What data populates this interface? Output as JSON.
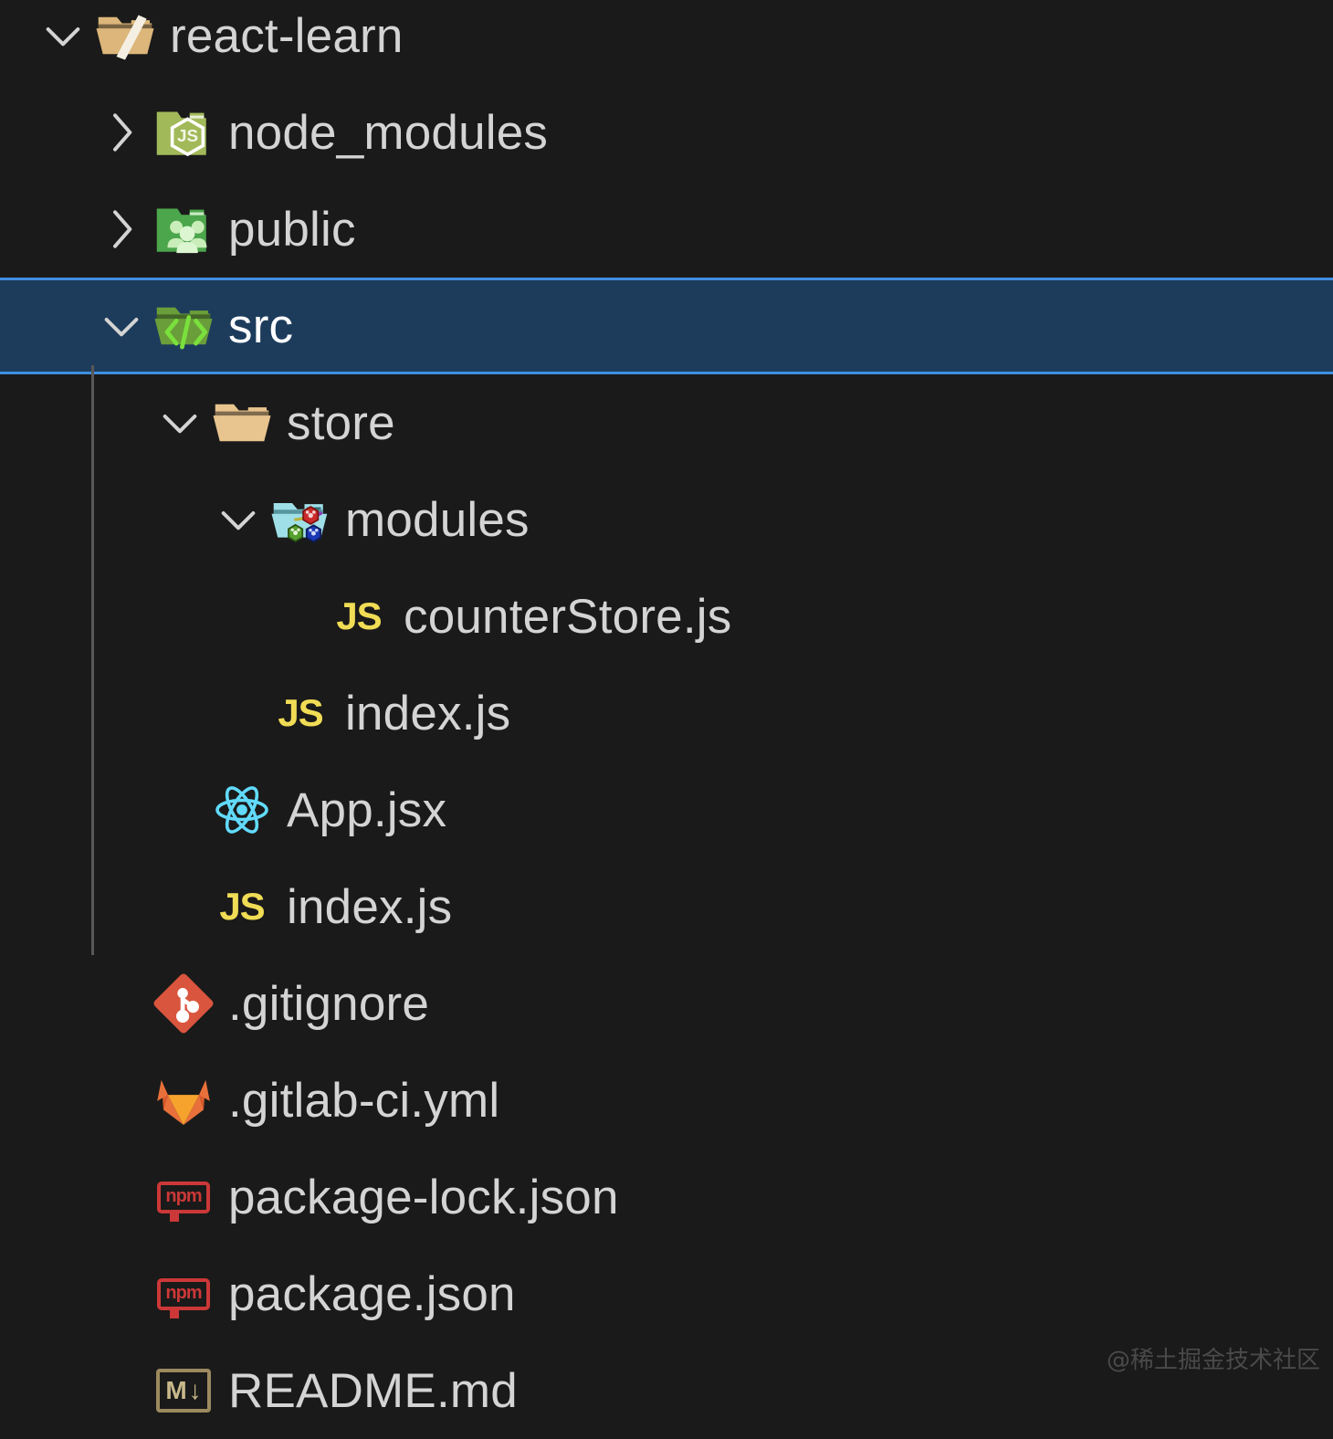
{
  "explorer": {
    "background_color": "#1a1a1a",
    "text_color": "#d4d4d4",
    "selection_background": "#1d3c5c",
    "selection_border": "#3f8fe0",
    "rows": [
      {
        "label": "react-learn",
        "icon": "folder-open-root-icon",
        "twisty": "chevron-down-icon",
        "depth": 0,
        "type": "folder",
        "selected": false,
        "expanded": true
      },
      {
        "label": "node_modules",
        "icon": "folder-node-modules-icon",
        "twisty": "chevron-right-icon",
        "depth": 1,
        "type": "folder",
        "selected": false,
        "expanded": false
      },
      {
        "label": "public",
        "icon": "folder-public-icon",
        "twisty": "chevron-right-icon",
        "depth": 1,
        "type": "folder",
        "selected": false,
        "expanded": false
      },
      {
        "label": "src",
        "icon": "folder-src-icon",
        "twisty": "chevron-down-icon",
        "depth": 1,
        "type": "folder",
        "selected": true,
        "expanded": true
      },
      {
        "label": "store",
        "icon": "folder-open-icon",
        "twisty": "chevron-down-icon",
        "depth": 2,
        "type": "folder",
        "selected": false,
        "expanded": true
      },
      {
        "label": "modules",
        "icon": "folder-modules-icon",
        "twisty": "chevron-down-icon",
        "depth": 3,
        "type": "folder",
        "selected": false,
        "expanded": true
      },
      {
        "label": "counterStore.js",
        "icon": "javascript-icon",
        "twisty": "",
        "depth": 4,
        "type": "file",
        "selected": false,
        "expanded": false
      },
      {
        "label": "index.js",
        "icon": "javascript-icon",
        "twisty": "",
        "depth": 3,
        "type": "file",
        "selected": false,
        "expanded": false
      },
      {
        "label": "App.jsx",
        "icon": "react-icon",
        "twisty": "",
        "depth": 2,
        "type": "file",
        "selected": false,
        "expanded": false
      },
      {
        "label": "index.js",
        "icon": "javascript-icon",
        "twisty": "",
        "depth": 2,
        "type": "file",
        "selected": false,
        "expanded": false
      },
      {
        "label": ".gitignore",
        "icon": "git-icon",
        "twisty": "",
        "depth": 1,
        "type": "file",
        "selected": false,
        "expanded": false
      },
      {
        "label": ".gitlab-ci.yml",
        "icon": "gitlab-icon",
        "twisty": "",
        "depth": 1,
        "type": "file",
        "selected": false,
        "expanded": false
      },
      {
        "label": "package-lock.json",
        "icon": "npm-icon",
        "twisty": "",
        "depth": 1,
        "type": "file",
        "selected": false,
        "expanded": false
      },
      {
        "label": "package.json",
        "icon": "npm-icon",
        "twisty": "",
        "depth": 1,
        "type": "file",
        "selected": false,
        "expanded": false
      },
      {
        "label": "README.md",
        "icon": "markdown-icon",
        "twisty": "",
        "depth": 1,
        "type": "file",
        "selected": false,
        "expanded": false
      }
    ],
    "badges": {
      "javascript": "JS",
      "npm": "npm",
      "markdown_letter": "M",
      "markdown_arrow": "↓"
    },
    "icon_colors": {
      "folder_root": "#dcb67a",
      "folder_open": "#e8c48e",
      "folder_node_modules": "#a2b95a",
      "folder_public": "#4ca64c",
      "folder_src": "#6a9e3a",
      "folder_modules": "#9fdfe8",
      "javascript": "#f0dc55",
      "react": "#61dafb",
      "git": "#d9553d",
      "gitlab": "#e8703a",
      "npm": "#cb3837",
      "markdown": "#9c8a5e"
    }
  },
  "watermark": {
    "text": "@稀土掘金技术社区"
  }
}
